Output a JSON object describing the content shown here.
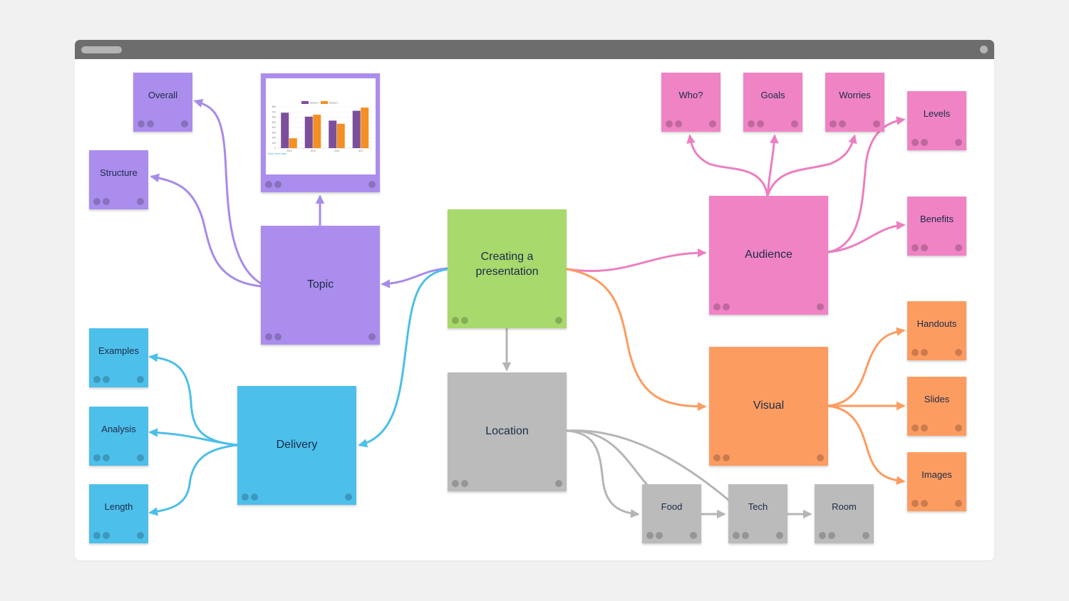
{
  "canvas": {
    "center": {
      "label": "Creating a presentation"
    },
    "branches": {
      "topic": {
        "label": "Topic",
        "children": [
          "Overall",
          "Structure"
        ]
      },
      "delivery": {
        "label": "Delivery",
        "children": [
          "Examples",
          "Analysis",
          "Length"
        ]
      },
      "location": {
        "label": "Location",
        "children": [
          "Food",
          "Tech",
          "Room"
        ]
      },
      "audience": {
        "label": "Audience",
        "children": [
          "Who?",
          "Goals",
          "Worries",
          "Levels",
          "Benefits"
        ]
      },
      "visual": {
        "label": "Visual",
        "children": [
          "Handouts",
          "Slides",
          "Images"
        ]
      }
    }
  },
  "colors": {
    "topic": "#ab8ded",
    "center": "#a8d96c",
    "audience": "#ef83c4",
    "visual": "#fd9c61",
    "delivery": "#4dbfeb",
    "location": "#bbbbbb",
    "topic_link": "#a78bea",
    "audience_link": "#ec7fc0",
    "visual_link": "#fd9c61",
    "delivery_link": "#4cbfe9",
    "location_link": "#b5b5b5"
  },
  "chart_data": {
    "type": "bar",
    "title": "",
    "categories": [
      "2014",
      "2015",
      "2016",
      "2017"
    ],
    "series": [
      {
        "name": "Series 1",
        "values": [
          9,
          8,
          7,
          9.5
        ],
        "color": "#7c4f9c"
      },
      {
        "name": "Series 2",
        "values": [
          2.5,
          8.5,
          6.2,
          10.3
        ],
        "color": "#f48f23"
      }
    ],
    "ylim": [
      0,
      10.5
    ],
    "yticks": [
      "0",
      "100",
      "200",
      "300",
      "400",
      "500",
      "600",
      "700",
      "800"
    ],
    "footnote": "Enter chart data",
    "legend": "top"
  }
}
